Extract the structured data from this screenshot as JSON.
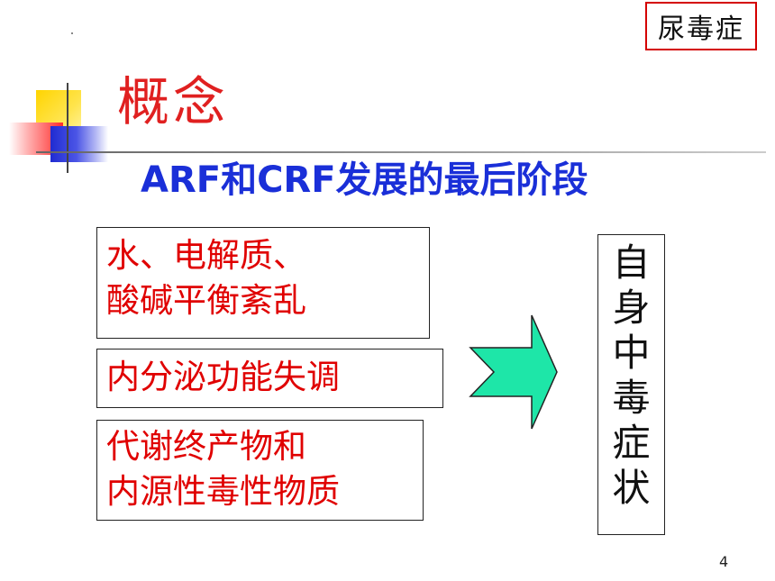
{
  "corner_tag": "尿毒症",
  "title": "概念",
  "subtitle": "ARF和CRF发展的最后阶段",
  "boxes": [
    {
      "lines": [
        "水、电解质、",
        "酸碱平衡紊乱"
      ]
    },
    {
      "lines": [
        "内分泌功能失调"
      ]
    },
    {
      "lines": [
        "代谢终产物和",
        "内源性毒性物质"
      ]
    }
  ],
  "result_chars": [
    "自",
    "身",
    "中",
    "毒",
    "症",
    "状"
  ],
  "page_number": "4",
  "colors": {
    "title": "#e02020",
    "subtitle": "#1a2fd8",
    "box_text": "#e00000",
    "arrow_fill": "#1ee6a8",
    "corner_border": "#d40000"
  }
}
